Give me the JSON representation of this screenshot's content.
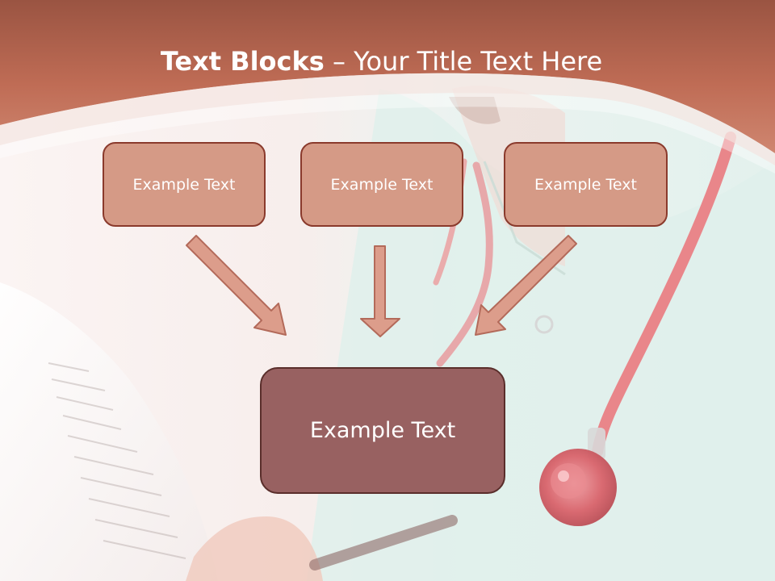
{
  "slide": {
    "title_bold": "Text Blocks",
    "title_dash": " – ",
    "title_rest": "Your Title Text Here",
    "box_left": "Example Text",
    "box_middle": "Example Text",
    "box_right": "Example Text",
    "box_bottom": "Example Text"
  },
  "colors": {
    "header": "#c27058",
    "box_fill": "#d59a86",
    "box_border": "#8a3a2c",
    "main_box_fill": "#986161",
    "arrow_fill": "#dc9d8b"
  },
  "icons": {
    "arrow_left": "diagonal-down-right-arrow",
    "arrow_middle": "down-arrow",
    "arrow_right": "diagonal-down-left-arrow"
  }
}
